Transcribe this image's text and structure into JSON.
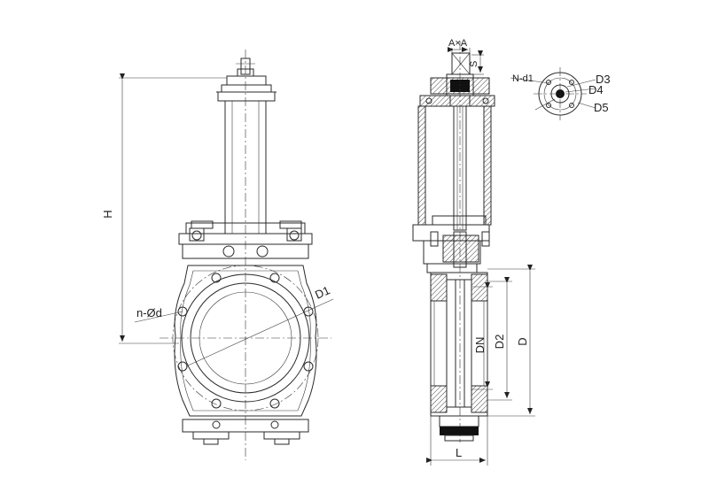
{
  "dimensions": {
    "height": "H",
    "bolt_holes": "n-Ød",
    "bolt_circle": "D1",
    "nominal": "DN",
    "raised_face": "D2",
    "outer": "D",
    "face_to_face": "L",
    "square_drive": "A×A",
    "drive_depth": "S"
  },
  "flange_detail": {
    "holes": "N-d1",
    "d3": "D3",
    "d4": "D4",
    "d5": "D5"
  }
}
